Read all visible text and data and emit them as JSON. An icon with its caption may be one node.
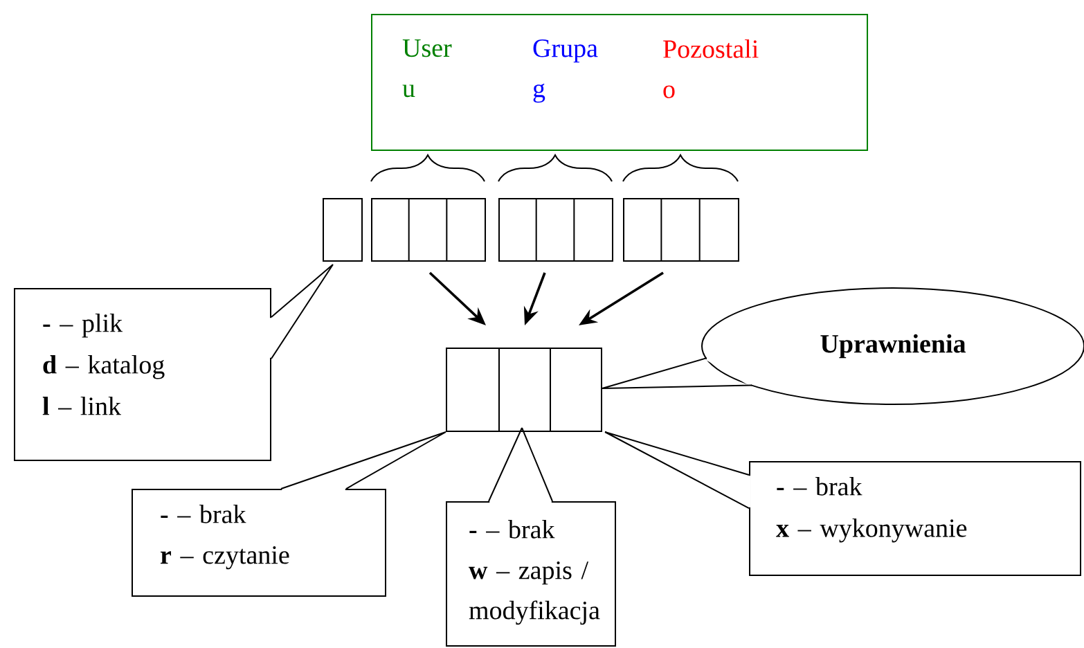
{
  "diagram": {
    "nodes": [
      {
        "text": [
          "User u",
          "Grupa g",
          "Pozostali o"
        ]
      },
      {
        "text": [],
        "shape": "box"
      },
      {
        "text": [],
        "shape": "box"
      },
      {
        "text": [],
        "shape": "box"
      },
      {
        "text": [],
        "shape": "box"
      },
      {
        "text": [],
        "shape": "box"
      },
      {
        "text": [],
        "shape": "box"
      },
      {
        "text": [],
        "shape": "box"
      },
      {
        "text": [
          "**-** – plik",
          "**d** – katalog",
          "**l** – link"
        ]
      },
      {
        "text": [
          "Uprawnienia"
        ]
      },
      {
        "text": [
          "**-** – brak",
          "**r** – czytanie"
        ]
      },
      {
        "text": [
          "**-** – brak",
          "**w** – zapis / modyfikacja"
        ]
      },
      {
        "text": [
          "**-** – brak",
          "**x** – wykonywanie"
        ]
      }
    ],
    "edges": [
      {
        "from": 2,
        "to": 5,
        "arrow": "to"
      },
      {
        "from": 3,
        "to": 6,
        "arrow": "to"
      },
      {
        "from": 4,
        "to": 7,
        "arrow": "to"
      },
      {
        "from": 8,
        "to": 1,
        "arrow": "none"
      },
      {
        "from": 9,
        "to": 7,
        "arrow": "none"
      },
      {
        "from": 10,
        "to": 5,
        "arrow": "none"
      },
      {
        "from": 11,
        "to": 6,
        "arrow": "none"
      },
      {
        "from": 12,
        "to": 7,
        "arrow": "none"
      }
    ]
  }
}
